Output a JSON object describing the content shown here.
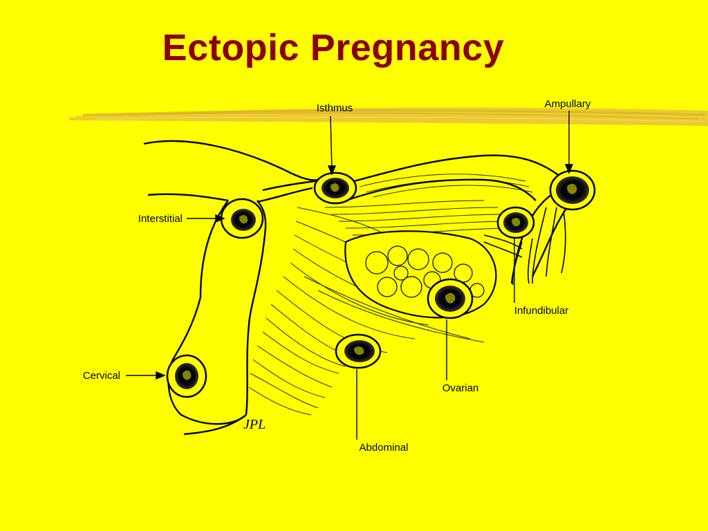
{
  "slide": {
    "title": "Ectopic Pregnancy"
  },
  "colors": {
    "background": "#FFFF00",
    "title": "#8B0000",
    "line": "#000000",
    "swoosh": "#E8C23A"
  },
  "diagram": {
    "labels": {
      "isthmus": "Isthmus",
      "ampullary": "Ampullary",
      "interstitial": "Interstitial",
      "infundibular": "Infundibular",
      "cervical": "Cervical",
      "ovarian": "Ovarian",
      "abdominal": "Abdominal"
    },
    "signature": "JPL"
  }
}
